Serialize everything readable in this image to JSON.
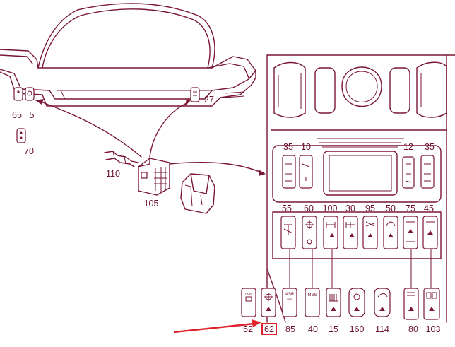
{
  "colors": {
    "line": "#7a1633",
    "highlight_arrow": "#e0212b",
    "background": "#ffffff"
  },
  "labels": {
    "cluster_left_upper": [
      "65",
      "5",
      "70"
    ],
    "cluster_right_upper": "27",
    "parts_mid": [
      "110",
      "105"
    ],
    "console_top_row": [
      "35",
      "10",
      "12",
      "35"
    ],
    "console_switch_row": [
      "55",
      "60",
      "100",
      "30",
      "95",
      "50",
      "75",
      "45"
    ],
    "bottom_switch_row": [
      "52",
      "62",
      "85",
      "40",
      "15",
      "160",
      "114",
      "80",
      "103"
    ]
  },
  "switch_icon_text": {
    "asr": "ASR",
    "asr_sub": "OFF",
    "mss": "MSS",
    "acm": "ACM"
  },
  "highlighted_label": "62",
  "icons": [
    "instrument-cluster",
    "center-console",
    "connector-plug",
    "rocker-switch",
    "callout-arrow"
  ]
}
